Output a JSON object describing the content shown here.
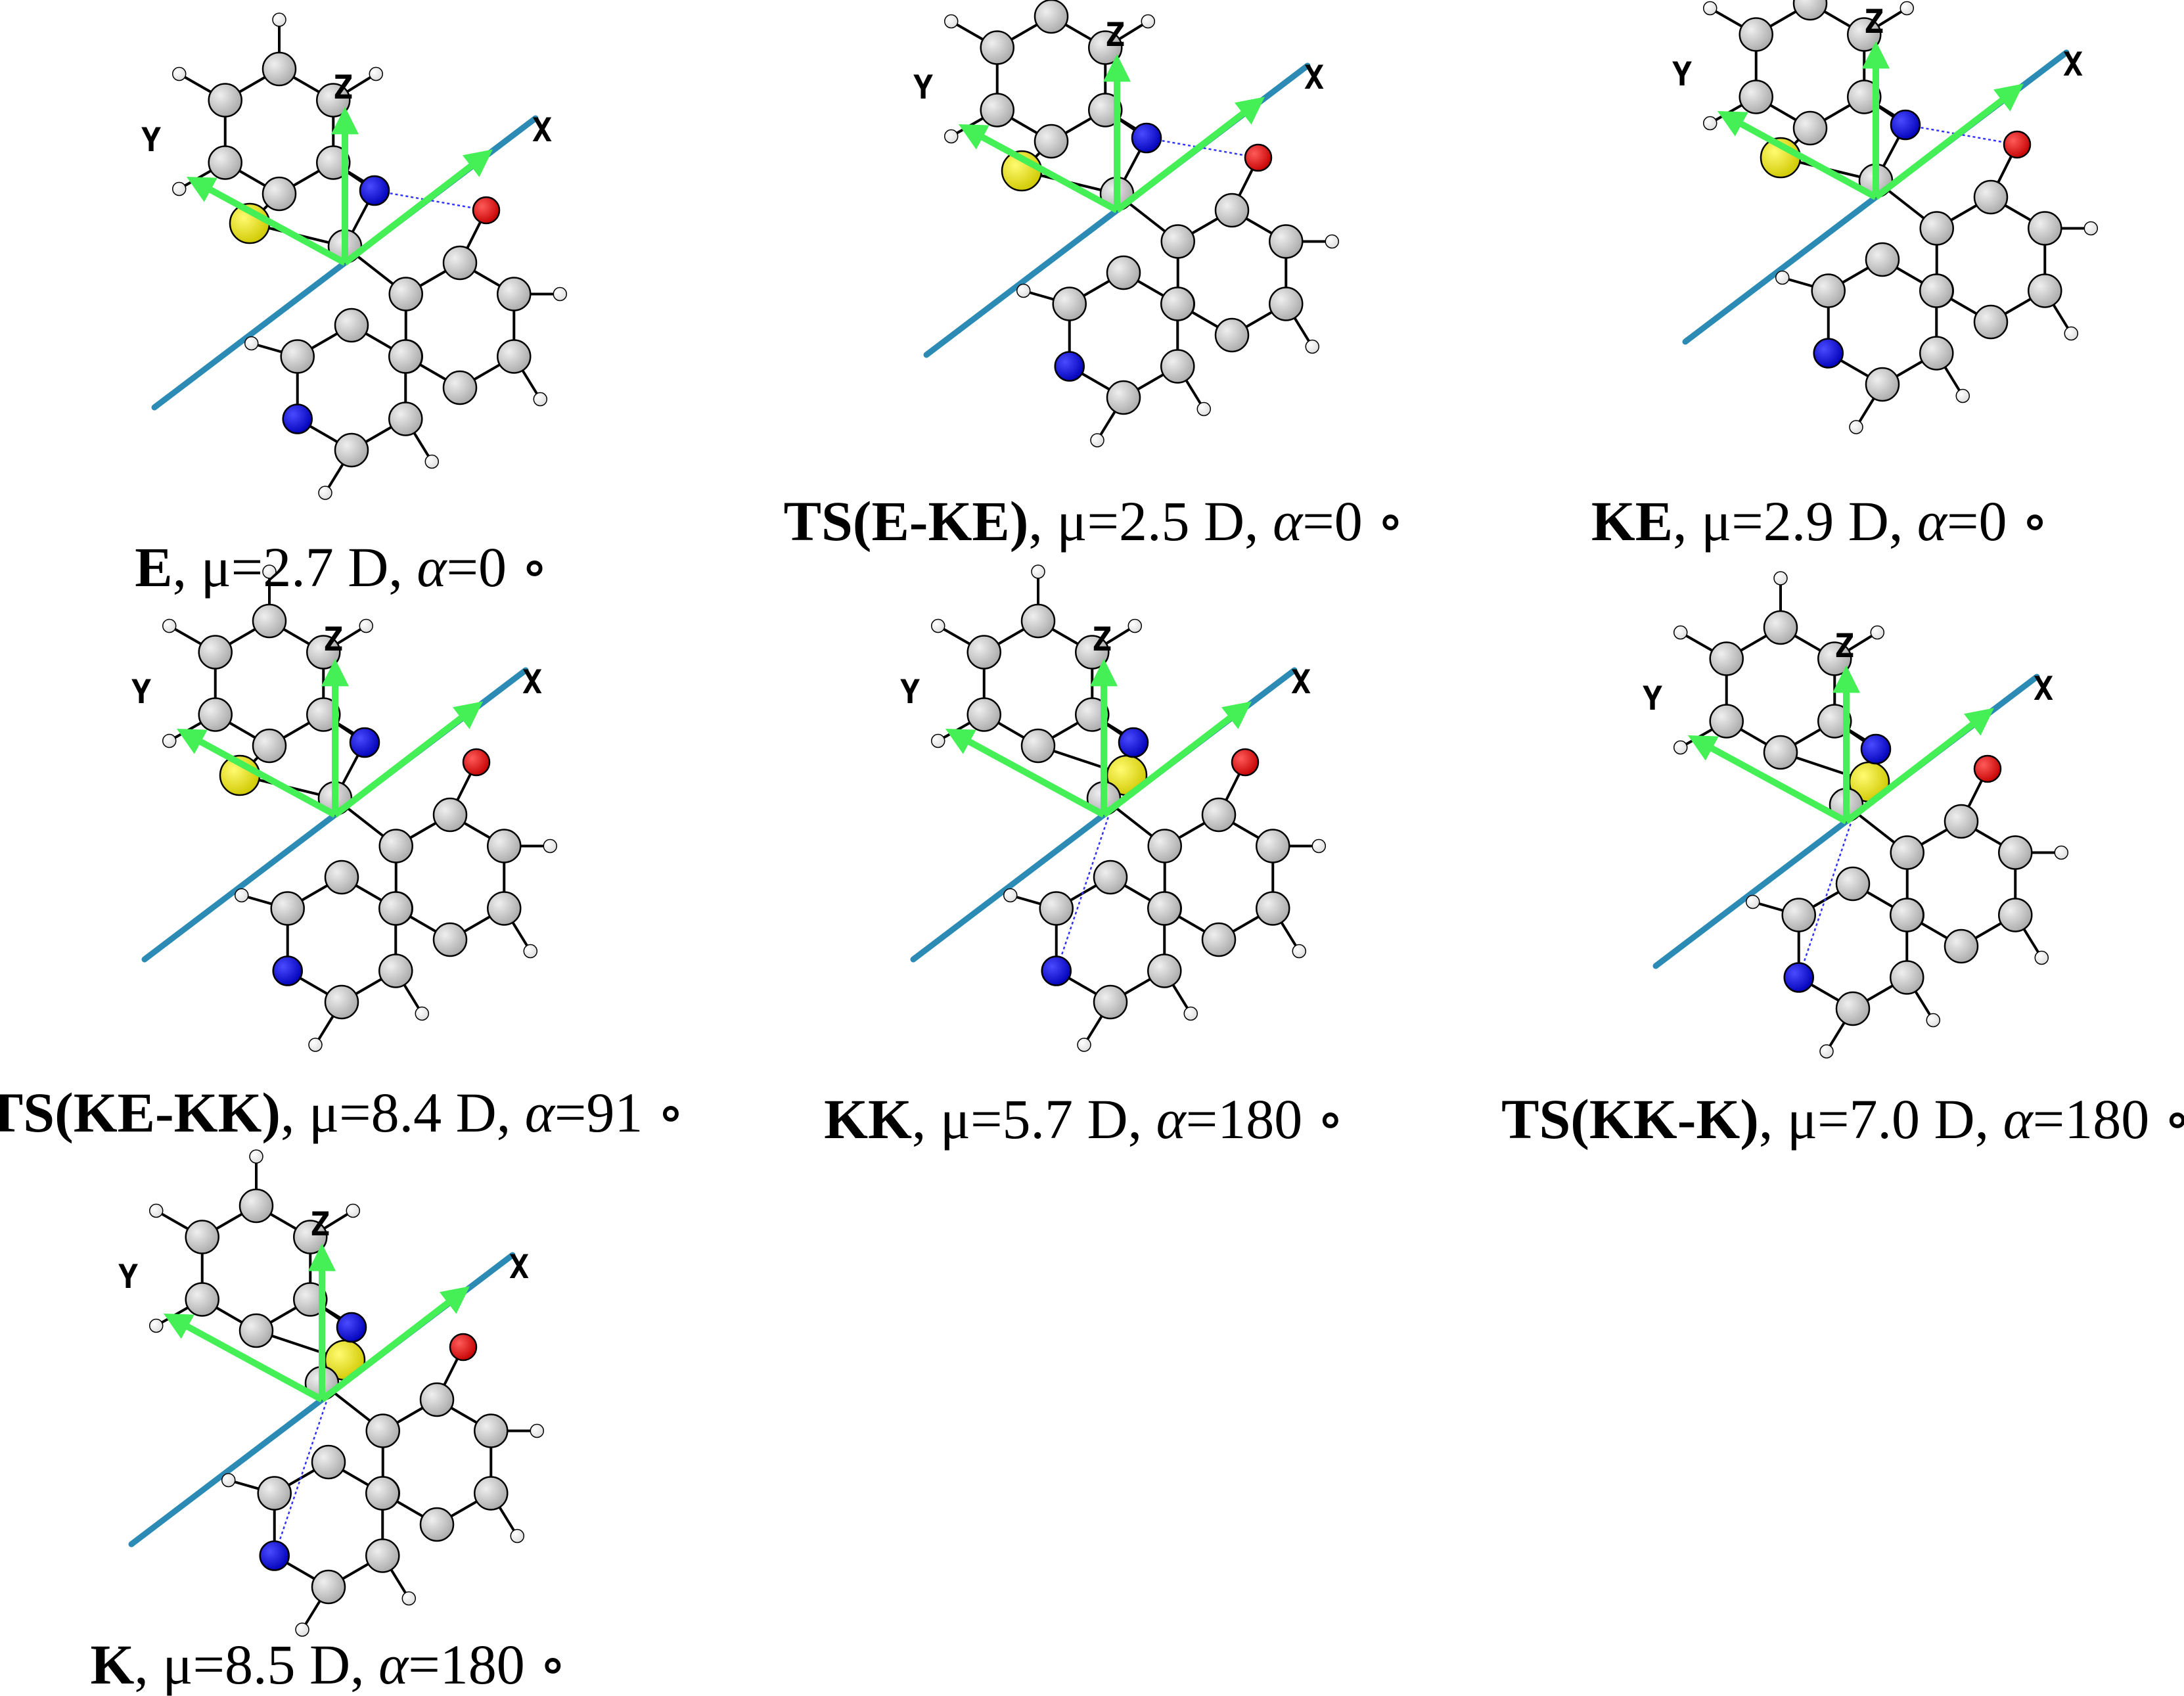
{
  "axis_labels": {
    "x": "X",
    "y": "Y",
    "z": "Z"
  },
  "colors": {
    "carbon": "#c2c2c2",
    "nitrogen": "#0000e0",
    "oxygen": "#e00000",
    "sulfur": "#e6e000",
    "hydrogen": "#ffffff",
    "bond": "#000000",
    "dipole_axis": "#2b8bb4",
    "frame_arrow": "#44f055",
    "hbond": "#3333ff"
  },
  "units": {
    "mu": "D",
    "degree": "∘"
  },
  "panels": [
    {
      "id": "E",
      "name": "E",
      "mu_label": "μ=",
      "mu": "2.7",
      "alpha_label": "α",
      "alpha": "0",
      "layout": "E"
    },
    {
      "id": "TS_E_KE",
      "name": "TS(E-KE)",
      "mu_label": "μ=",
      "mu": "2.5",
      "alpha_label": "α",
      "alpha": "0",
      "layout": "TS1"
    },
    {
      "id": "KE",
      "name": "KE",
      "mu_label": "μ=",
      "mu": "2.9",
      "alpha_label": "α",
      "alpha": "0",
      "layout": "KE"
    },
    {
      "id": "TS_KE_KK",
      "name": "TS(KE-KK)",
      "mu_label": "μ=",
      "mu": "8.4",
      "alpha_label": "α",
      "alpha": "91",
      "layout": "TS2"
    },
    {
      "id": "KK",
      "name": "KK",
      "mu_label": "μ=",
      "mu": "5.7",
      "alpha_label": "α",
      "alpha": "180",
      "layout": "KK"
    },
    {
      "id": "TS_KK_K",
      "name": "TS(KK-K)",
      "mu_label": "μ=",
      "mu": "7.0",
      "alpha_label": "α",
      "alpha": "180",
      "layout": "TS3"
    },
    {
      "id": "K",
      "name": "K",
      "mu_label": "μ=",
      "mu": "8.5",
      "alpha_label": "α",
      "alpha": "180",
      "layout": "K"
    }
  ]
}
